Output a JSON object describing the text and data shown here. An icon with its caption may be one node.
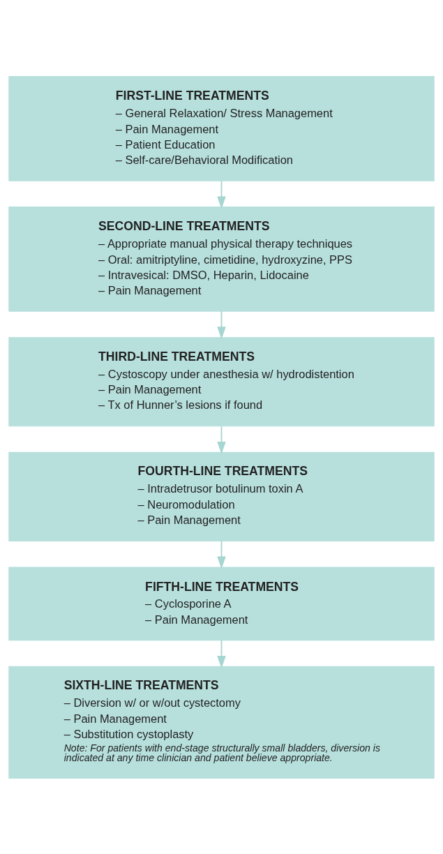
{
  "diagram": {
    "nodes": [
      {
        "text": [
          "FIRST-LINE TREATMENTS",
          "– General Relaxation/ Stress Management",
          "– Pain Management",
          "– Patient Education",
          "– Self-care/Behavioral Modification"
        ]
      },
      {
        "text": [
          "SECOND-LINE TREATMENTS",
          "– Appropriate manual physical therapy techniques",
          "– Oral: amitriptyline, cimetidine, hydroxyzine, PPS",
          "– Intravesical: DMSO, Heparin, Lidocaine",
          "– Pain Management"
        ]
      },
      {
        "text": [
          "THIRD-LINE TREATMENTS",
          "– Cystoscopy under anesthesia w/ hydrodistention",
          "– Pain Management",
          "– Tx of Hunner’s lesions if found"
        ]
      },
      {
        "text": [
          "FOURTH-LINE TREATMENTS",
          "– Intradetrusor botulinum toxin A",
          "– Neuromodulation",
          "– Pain Management"
        ]
      },
      {
        "text": [
          "FIFTH-LINE TREATMENTS",
          "– Cyclosporine A",
          "– Pain Management"
        ]
      },
      {
        "text": [
          "SIXTH-LINE TREATMENTS",
          "– Diversion w/ or w/out cystectomy",
          "– Pain Management",
          "– Substitution cystoplasty",
          "Note: For patients with end-stage structurally small bladders, diversion is indicated at any time clinician and patient believe appropriate."
        ]
      }
    ],
    "edges": [
      {
        "from": 0,
        "to": 1,
        "arrow": "to"
      },
      {
        "from": 1,
        "to": 2,
        "arrow": "to"
      },
      {
        "from": 2,
        "to": 3,
        "arrow": "to"
      },
      {
        "from": 3,
        "to": 4,
        "arrow": "to"
      },
      {
        "from": 4,
        "to": 5,
        "arrow": "to"
      }
    ]
  }
}
